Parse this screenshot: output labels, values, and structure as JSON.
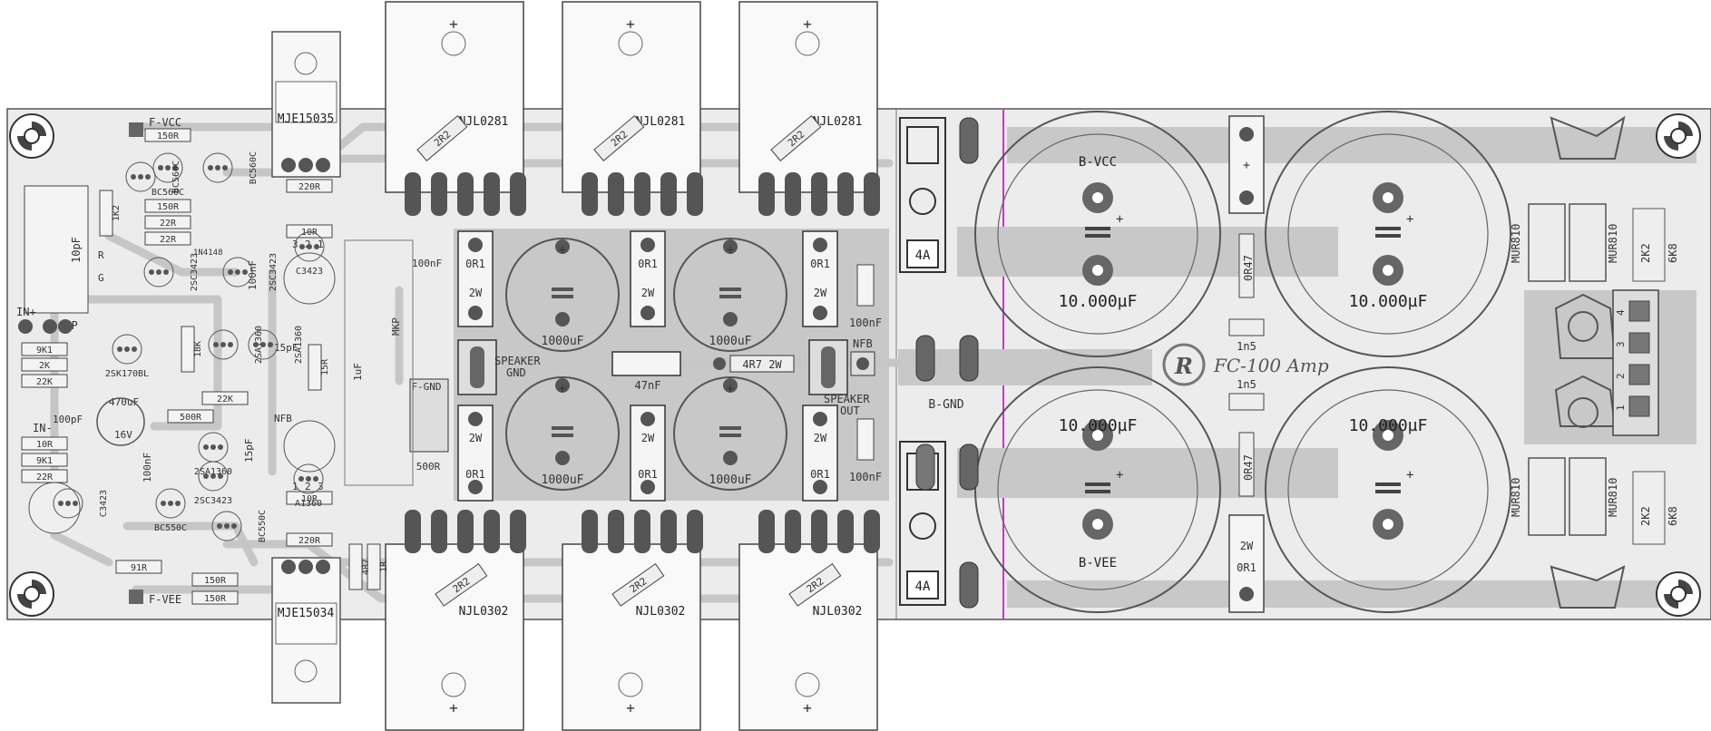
{
  "board": {
    "title": "FC-100 Amp",
    "logo_text": "R",
    "colors": {
      "board": "#e9e9e9",
      "trace": "#c4c4c4",
      "pad": "#555555",
      "outline": "#444444",
      "divider": "#cc33cc"
    }
  },
  "transistors_top": [
    "NJL0281",
    "NJL0281",
    "NJL0281"
  ],
  "transistors_bottom": [
    "NJL0302",
    "NJL0302",
    "NJL0302"
  ],
  "drivers": {
    "top": "MJE15035",
    "bottom": "MJE15034"
  },
  "emitter_resistors": {
    "value": "0R1",
    "power": "2W"
  },
  "base_resistor": "2R2",
  "output_caps": "1000uF",
  "main_caps": {
    "value": "10.000µF",
    "top_label": "B-VCC",
    "bottom_label": "B-VEE"
  },
  "fuses": [
    "4A",
    "4A"
  ],
  "diodes": [
    "MUR810",
    "MUR810",
    "MUR810",
    "MUR810"
  ],
  "psu_resistors": [
    "0R47",
    "0R47",
    "2K2",
    "2K2",
    "6K8",
    "6K8"
  ],
  "psu_caps": [
    "1n5",
    "1n5"
  ],
  "psu_misc": {
    "r_out": "0R1",
    "r_out_power": "2W"
  },
  "connectors": {
    "speaker_gnd": [
      "SPEAKER",
      "GND"
    ],
    "speaker_out": [
      "SPEAKER",
      "OUT"
    ],
    "nfb": "NFB",
    "b_gnd": "B-GND",
    "f_gnd": "F-GND",
    "f_vcc": "F-VCC",
    "f_vee": "F-VEE",
    "in_plus": "IN+",
    "in_minus": "IN-",
    "jmp": "JMP",
    "terminal_numbers": [
      "4",
      "3",
      "2",
      "1"
    ]
  },
  "zobel": {
    "cap": "47nF",
    "res": "4R7 2W"
  },
  "small_caps": [
    "100nF",
    "100nF",
    "100nF",
    "100nF",
    "15pF",
    "15pF",
    "100pF",
    "10pF",
    "100nF"
  ],
  "mkp": {
    "cap": "1uF",
    "type": "MKP"
  },
  "trimmer": "500R",
  "front_end": {
    "resistors": [
      "150R",
      "150R",
      "22R",
      "22R",
      "1K2",
      "220R",
      "10R",
      "22K",
      "500R",
      "10R",
      "220R",
      "1R",
      "4R7",
      "9K1",
      "2K",
      "22K",
      "10R",
      "9K1",
      "22R",
      "91R",
      "150R",
      "150R",
      "15R",
      "18K"
    ],
    "transistors": [
      "BC560C",
      "BC560C",
      "BC560C",
      "2SC3423",
      "2SC3423",
      "2SA1360",
      "2SA1360",
      "2SC3423",
      "2SA1360",
      "2SK170BL",
      "BC550C",
      "BC550C",
      "C3423",
      "A1360",
      "C3423"
    ],
    "caps": [
      "470uF",
      "16V",
      "10pF"
    ],
    "diode": "1N4148",
    "pin_labels": [
      "3",
      "2",
      "1",
      "1",
      "2",
      "3"
    ],
    "misc": [
      "R",
      "G",
      "MKP"
    ]
  }
}
